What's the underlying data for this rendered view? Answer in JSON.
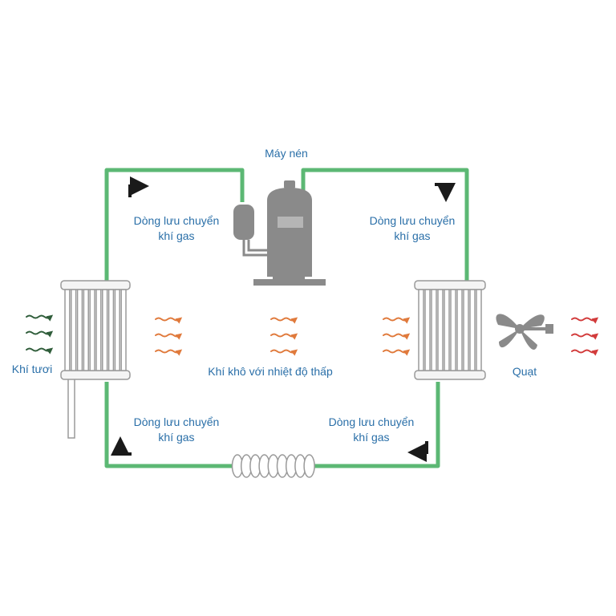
{
  "labels": {
    "compressor": "Máy nén",
    "flow_top_left": [
      "Dòng lưu chuyển",
      "khí gas"
    ],
    "flow_top_right": [
      "Dòng lưu chuyển",
      "khí gas"
    ],
    "flow_bottom_left": [
      "Dòng lưu chuyển",
      "khí gas"
    ],
    "flow_bottom_right": [
      "Dòng lưu chuyển",
      "khí gas"
    ],
    "fresh_air": "Khí tươi",
    "dry_air": "Khí khô với nhiệt độ thấp",
    "fan": "Quạt"
  },
  "colors": {
    "pipe": "#5cb874",
    "text": "#2a6fa8",
    "fresh_air_arrow": "#2f5d3a",
    "warm_arrow": "#e07a3c",
    "hot_arrow": "#d23b3b",
    "machine_gray": "#8a8a8a",
    "flow_arrow": "#1a1a1a"
  },
  "icons": [
    "compressor-icon",
    "evaporator-coil-icon",
    "condenser-coil-icon",
    "fan-icon",
    "expansion-coil-icon",
    "flow-arrow-icon",
    "wavy-arrow-icon"
  ]
}
